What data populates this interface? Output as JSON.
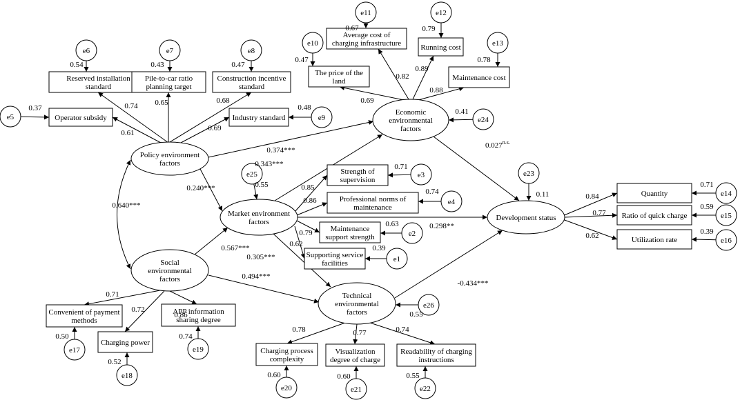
{
  "observed": {
    "reserved": [
      "Reserved installation",
      "standard"
    ],
    "pile": [
      "Pile-to-car ratio",
      "planning target"
    ],
    "construct": [
      "Construction incentive",
      "standard"
    ],
    "operator": [
      "Operator subsidy"
    ],
    "industry": [
      "Industry standard"
    ],
    "avgcost": [
      "Average cost of",
      "charging infrastructure"
    ],
    "running": [
      "Running cost"
    ],
    "land": [
      "The price of the",
      "land"
    ],
    "maint": [
      "Maintenance cost"
    ],
    "strength": [
      "Strength of",
      "supervision"
    ],
    "profnorms": [
      "Professional norms of",
      "maintenance"
    ],
    "maintsupport": [
      "Maintenance",
      "support strength"
    ],
    "supporting": [
      "Supporting service",
      "facilities"
    ],
    "quantity": [
      "Quantity"
    ],
    "ratio": [
      "Ratio of quick charge"
    ],
    "util": [
      "Utilization rate"
    ],
    "payment": [
      "Convenient of payment",
      "methods"
    ],
    "power": [
      "Charging power"
    ],
    "app": [
      "APP information",
      "sharing degree"
    ],
    "process": [
      "Charging process",
      "complexity"
    ],
    "visual": [
      "Visualization",
      "degree of charge"
    ],
    "readab": [
      "Readability of charging",
      "instructions"
    ]
  },
  "latent": {
    "policy": [
      "Policy environment",
      "factors"
    ],
    "economic": [
      "Economic",
      "environmental",
      "factors"
    ],
    "market": [
      "Market environment",
      "factors"
    ],
    "social": [
      "Social",
      "environmental",
      "factors"
    ],
    "technical": [
      "Technical",
      "environmental",
      "factors"
    ],
    "development": [
      "Development status"
    ]
  },
  "errors": {
    "e1": "e1",
    "e2": "e2",
    "e3": "e3",
    "e4": "e4",
    "e5": "e5",
    "e6": "e6",
    "e7": "e7",
    "e8": "e8",
    "e9": "e9",
    "e10": "e10",
    "e11": "e11",
    "e12": "e12",
    "e13": "e13",
    "e14": "e14",
    "e15": "e15",
    "e16": "e16",
    "e17": "e17",
    "e18": "e18",
    "e19": "e19",
    "e20": "e20",
    "e21": "e21",
    "e22": "e22",
    "e23": "e23",
    "e24": "e24",
    "e25": "e25",
    "e26": "e26"
  },
  "loadings": {
    "reserved": "0.74",
    "pile": "0.65",
    "construct": "0.68",
    "operator": "0.61",
    "industry": "0.69",
    "land": "0.69",
    "avgcost": "0.82",
    "running": "0.89",
    "maint": "0.88",
    "strength": "0.85",
    "profnorms": "0.86",
    "maintsupport": "0.79",
    "supporting": "0.62",
    "quantity": "0.84",
    "ratio": "0.77",
    "util": "0.62",
    "payment": "0.71",
    "power": "0.72",
    "app": "0.86",
    "process": "0.78",
    "visual": "0.77",
    "readab": "0.74"
  },
  "r_squared": {
    "e6": "0.54",
    "e7": "0.43",
    "e8": "0.47",
    "e5": "0.37",
    "e9": "0.48",
    "e10": "0.47",
    "e11": "0.67",
    "e12": "0.79",
    "e13": "0.78",
    "e3": "0.71",
    "e4": "0.74",
    "e2": "0.63",
    "e1": "0.39",
    "e14": "0.71",
    "e15": "0.59",
    "e16": "0.39",
    "e17": "0.50",
    "e18": "0.52",
    "e19": "0.74",
    "e20": "0.60",
    "e21": "0.60",
    "e22": "0.55",
    "e23": "0.11",
    "e24": "0.41",
    "e25": "0.55",
    "e26": "0.55"
  },
  "paths": {
    "policy_economic": "0.374***",
    "market_economic": "0.343***",
    "policy_market": "0.240***",
    "policy_social": "0.640***",
    "social_market": "0.567***",
    "market_technical": "0.305***",
    "social_technical": "0.494***",
    "market_development": "0.298**",
    "economic_development": "0.027",
    "economic_development_sup": "n.s.",
    "technical_development": "-0.434***"
  }
}
